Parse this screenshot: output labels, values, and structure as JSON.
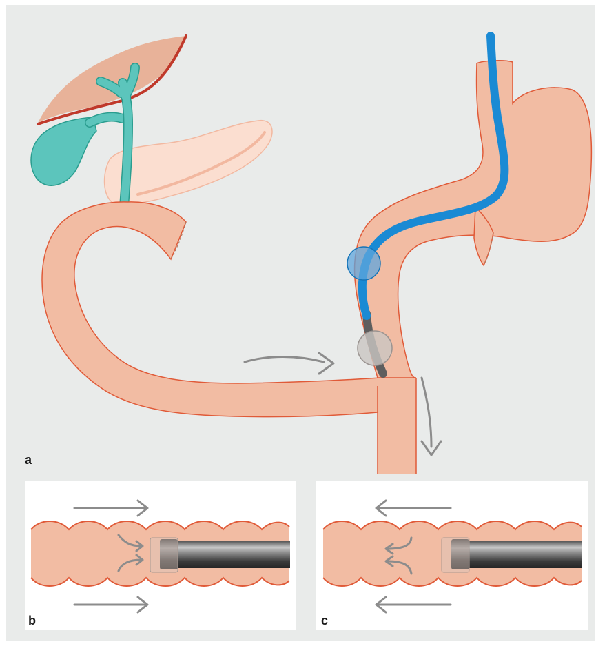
{
  "figure": {
    "panels": [
      {
        "id": "a",
        "label": "a"
      },
      {
        "id": "b",
        "label": "b"
      },
      {
        "id": "c",
        "label": "c"
      }
    ]
  },
  "colors": {
    "background": "#e9ebea",
    "panel_background": "#ffffff",
    "tissue_fill": "#f2bca3",
    "tissue_outline": "#e05a38",
    "liver_fill": "#e8b299",
    "liver_edge": "#c0392b",
    "biliary_fill": "#5cc5bc",
    "biliary_outline": "#2a9d8f",
    "pancreas_fill": "#fbded0",
    "pancreas_line": "#f2b8a0",
    "catheter": "#1a8ad4",
    "catheter_dark": "#1474b8",
    "balloon_blue": "#5fa6dc",
    "balloon_gray": "#c9c5c2",
    "scope_gray": "#666666",
    "arrow_gray": "#8c8c8c"
  },
  "icons": [
    "direction-arrow-icon",
    "curved-flow-arrow-icon",
    "endoscope-tip-icon",
    "balloon-icon"
  ]
}
